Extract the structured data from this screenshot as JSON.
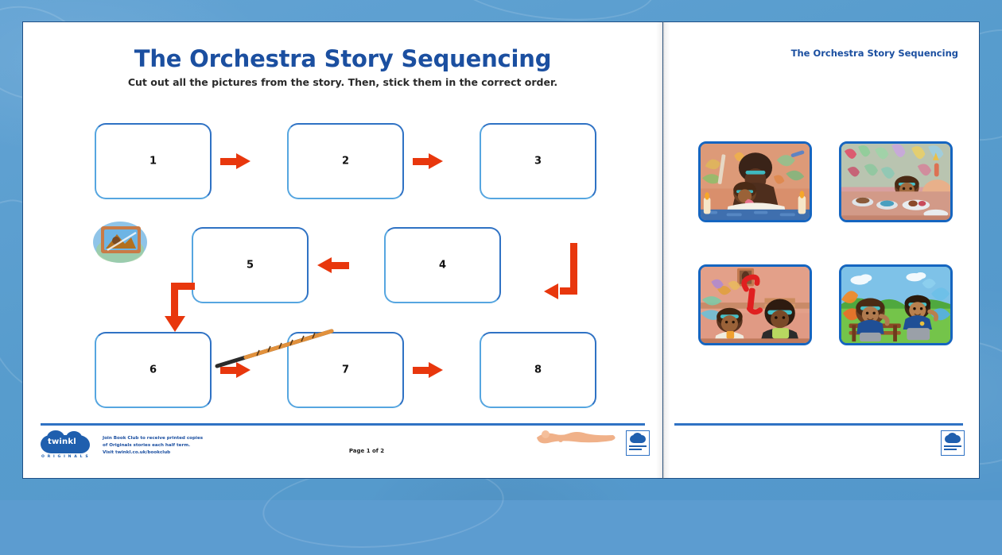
{
  "worksheet": {
    "title": "The Orchestra Story Sequencing",
    "subtitle": "Cut out all the pictures from the story. Then, stick them in the correct order.",
    "right_page_title": "The Orchestra Story Sequencing"
  },
  "sequence_boxes": [
    {
      "number": "1",
      "position": "row1-col1"
    },
    {
      "number": "2",
      "position": "row1-col2"
    },
    {
      "number": "3",
      "position": "row1-col3"
    },
    {
      "number": "4",
      "position": "row2-col3"
    },
    {
      "number": "5",
      "position": "row2-col2"
    },
    {
      "number": "6",
      "position": "row3-col1"
    },
    {
      "number": "7",
      "position": "row3-col2"
    },
    {
      "number": "8",
      "position": "row3-col3"
    }
  ],
  "arrows": [
    {
      "name": "arrow-1-to-2",
      "direction": "right"
    },
    {
      "name": "arrow-2-to-3",
      "direction": "right"
    },
    {
      "name": "arrow-3-to-4",
      "direction": "elbow-down-left"
    },
    {
      "name": "arrow-4-to-5",
      "direction": "left"
    },
    {
      "name": "arrow-5-to-6",
      "direction": "elbow-left-down"
    },
    {
      "name": "arrow-6-to-7",
      "direction": "right"
    },
    {
      "name": "arrow-7-to-8",
      "direction": "right"
    }
  ],
  "cutouts": [
    {
      "name": "cutout-bedtime-story",
      "description": "Mother reading a bedtime story to a child"
    },
    {
      "name": "cutout-birthday-party",
      "description": "Child at a decorated party table"
    },
    {
      "name": "cutout-two-children-indoors",
      "description": "Two children sitting in a room"
    },
    {
      "name": "cutout-park-bench",
      "description": "Two children sitting on a park bench outdoors"
    }
  ],
  "footer": {
    "promo_line_1": "Join Book Club to receive printed copies",
    "promo_line_2": "of Originals stories each half term.",
    "promo_line_3": "Visit twinkl.co.uk/bookclub",
    "page_number": "Page 1 of 2",
    "logo_wordmark": "twinkl",
    "logo_tagline": "O R I G I N A L S"
  },
  "colors": {
    "background_blue": "#5c9cd0",
    "title_blue": "#1b4fa0",
    "box_border_blue": "#2f72c4",
    "arrow_red": "#e8370d",
    "thumb_border_blue": "#1565c0"
  }
}
